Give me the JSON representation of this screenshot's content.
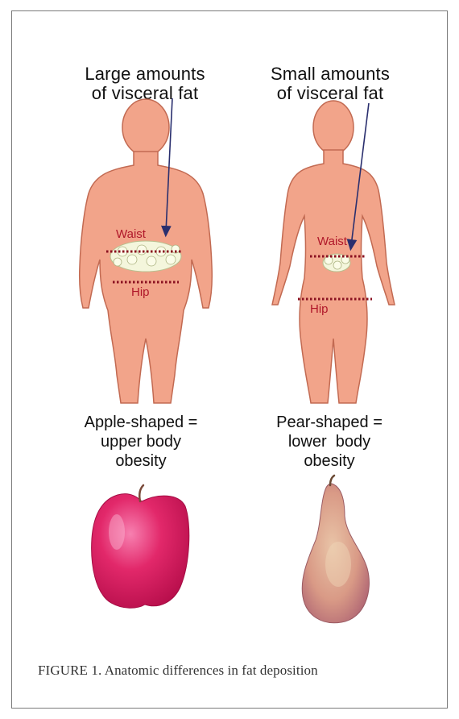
{
  "left_figure": {
    "heading_lines": [
      "Large amounts",
      "of visceral fat"
    ],
    "waist_label": "Waist",
    "hip_label": "Hip",
    "shape_lines": [
      "Apple-shaped =",
      "upper body",
      "obesity"
    ],
    "fruit_icon": "apple-icon"
  },
  "right_figure": {
    "heading_lines": [
      "Small amounts",
      "of visceral fat"
    ],
    "waist_label": "Waist",
    "hip_label": "Hip",
    "shape_lines": [
      "Pear-shaped =",
      "lower  body",
      "obesity"
    ],
    "fruit_icon": "pear-icon"
  },
  "colors": {
    "body_fill": "#f2a48a",
    "body_outline": "#c26a52",
    "fat_fill": "#f4f6dc",
    "label_red": "#b0182a",
    "dotted_line": "#8a1020",
    "arrow": "#2a2f6e",
    "apple": "#e2286a",
    "pear": "#d89a86"
  },
  "caption": "FIGURE 1. Anatomic differences in fat deposition"
}
